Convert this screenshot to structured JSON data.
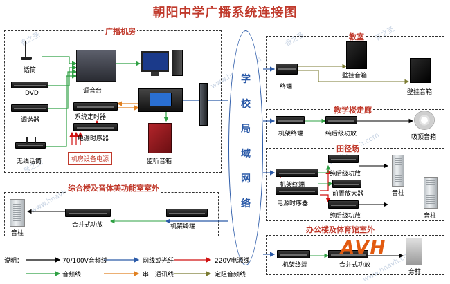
{
  "title": "朝阳中学广播系统连接图",
  "lan": {
    "chars": [
      "学",
      "校",
      "局",
      "域",
      "网",
      "络"
    ]
  },
  "zones": {
    "broadcast_room": {
      "title": "广播机房",
      "microphone": "话筒",
      "dvd": "DVD",
      "tuner": "调谐器",
      "wireless_mic": "无线话筒",
      "mixer": "调音台",
      "system_timer": "系统定时器",
      "power_sequencer": "电源时序器",
      "power_note": "机房设备电源",
      "monitor_speaker": "监听音箱"
    },
    "classroom": {
      "title": "教室",
      "terminal": "终端",
      "speaker_1": "壁挂音箱",
      "speaker_2": "壁挂音箱"
    },
    "corridor": {
      "title": "教学楼走廊",
      "rack_terminal": "机架终端",
      "amp": "纯后级功放",
      "ceiling_speaker": "吸顶音箱"
    },
    "field": {
      "title": "田径场",
      "rack_terminal": "机架终端",
      "power_sequencer": "电源时序器",
      "amp_1": "纯后级功放",
      "preamp": "前置放大器",
      "amp_2": "纯后级功放",
      "column_1": "音柱",
      "column_2": "音柱"
    },
    "arts_building": {
      "title": "综合楼及音体美功能室室外",
      "column": "音柱",
      "combined_amp": "合并式功放",
      "rack_terminal": "机架终端"
    },
    "office_building": {
      "title": "办公楼及体育馆室外",
      "rack_terminal": "机架终端",
      "combined_amp": "合并式功放",
      "column": "音柱"
    }
  },
  "legend": {
    "label": "说明：",
    "items": [
      {
        "text": "70/100V音频线",
        "color": "#000000"
      },
      {
        "text": "网线或光纤",
        "color": "#2b5aa8"
      },
      {
        "text": "220V电源线",
        "color": "#d01010"
      },
      {
        "text": "音频线",
        "color": "#2ea043"
      },
      {
        "text": "串口通讯线",
        "color": "#e08020"
      },
      {
        "text": "定阻音频线",
        "color": "#7a7a30"
      }
    ]
  },
  "logo": "AVH",
  "watermark": [
    "音之圣",
    "www.hnavh.com"
  ]
}
